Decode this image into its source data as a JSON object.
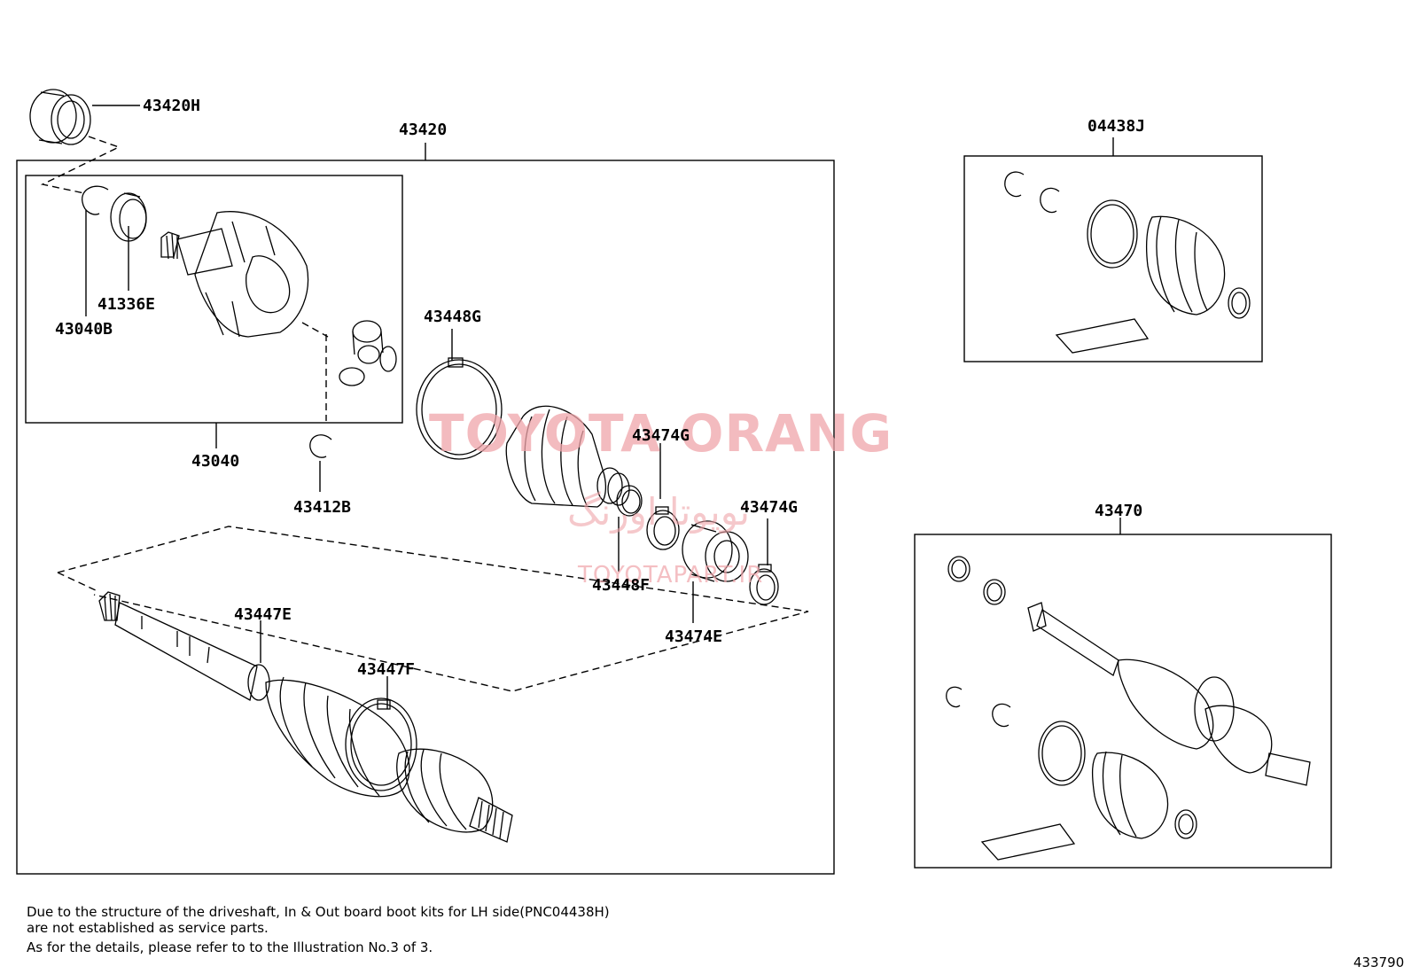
{
  "labels": {
    "p43420H": "43420H",
    "p43420": "43420",
    "p04438J": "04438J",
    "p41336E": "41336E",
    "p43040B": "43040B",
    "p43448G": "43448G",
    "p43474G_1": "43474G",
    "p43474G_2": "43474G",
    "p43040": "43040",
    "p43412B": "43412B",
    "p43448F": "43448F",
    "p43447E": "43447E",
    "p43447F": "43447F",
    "p43474E": "43474E",
    "p43470": "43470"
  },
  "note": {
    "line1": "Due to the structure of the driveshaft, In & Out board  boot kits for LH side(PNC04438H)",
    "line2": "are not established as service parts.",
    "line3": "As for the details, please refer to to the Illustration No.3 of 3."
  },
  "illustration_number": "433790",
  "watermark": {
    "brand": "TOYOTA ORANG",
    "persian": "تویوتا اورنگ",
    "url": "TOYOTAPART.IR",
    "color": "#f0a5aa"
  }
}
